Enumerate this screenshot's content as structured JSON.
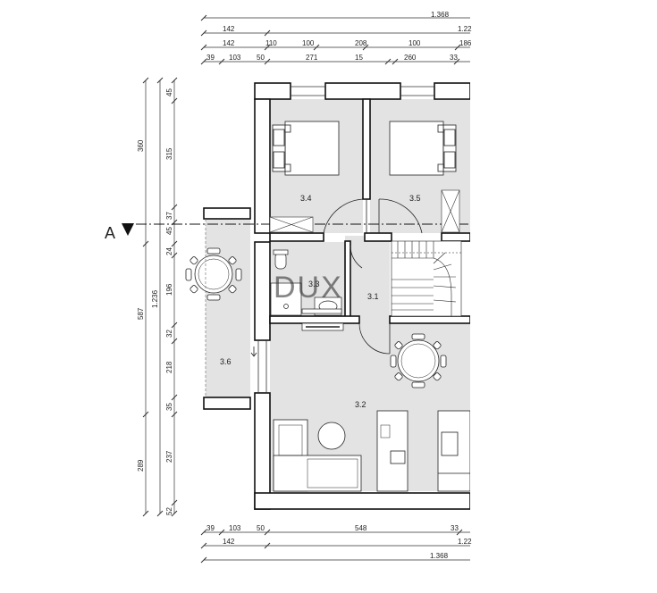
{
  "plan": {
    "section_marker": "A",
    "watermark": "DUX",
    "rooms": [
      {
        "id": "r34",
        "label": "3.4"
      },
      {
        "id": "r35",
        "label": "3.5"
      },
      {
        "id": "r33",
        "label": "3.3"
      },
      {
        "id": "r31",
        "label": "3.1"
      },
      {
        "id": "r36",
        "label": "3.6"
      },
      {
        "id": "r32",
        "label": "3.2"
      }
    ],
    "dims_top": {
      "overall": "1.368",
      "row2": [
        "142",
        "1.22"
      ],
      "row3": [
        "142",
        "110",
        "100",
        "208",
        "100",
        "186"
      ],
      "row4": [
        "39",
        "103",
        "50",
        "271",
        "15",
        "260",
        "33"
      ]
    },
    "dims_bottom": {
      "row1": [
        "39",
        "103",
        "50",
        "548",
        "33"
      ],
      "row2": [
        "142",
        "1.22"
      ],
      "overall": "1.368"
    },
    "dims_left": {
      "outer": [
        "360",
        "587",
        "289"
      ],
      "middle": [
        "1.236"
      ],
      "inner": [
        "45",
        "315",
        "37",
        "45",
        "24",
        "196",
        "32",
        "218",
        "35",
        "237",
        "52"
      ]
    }
  }
}
